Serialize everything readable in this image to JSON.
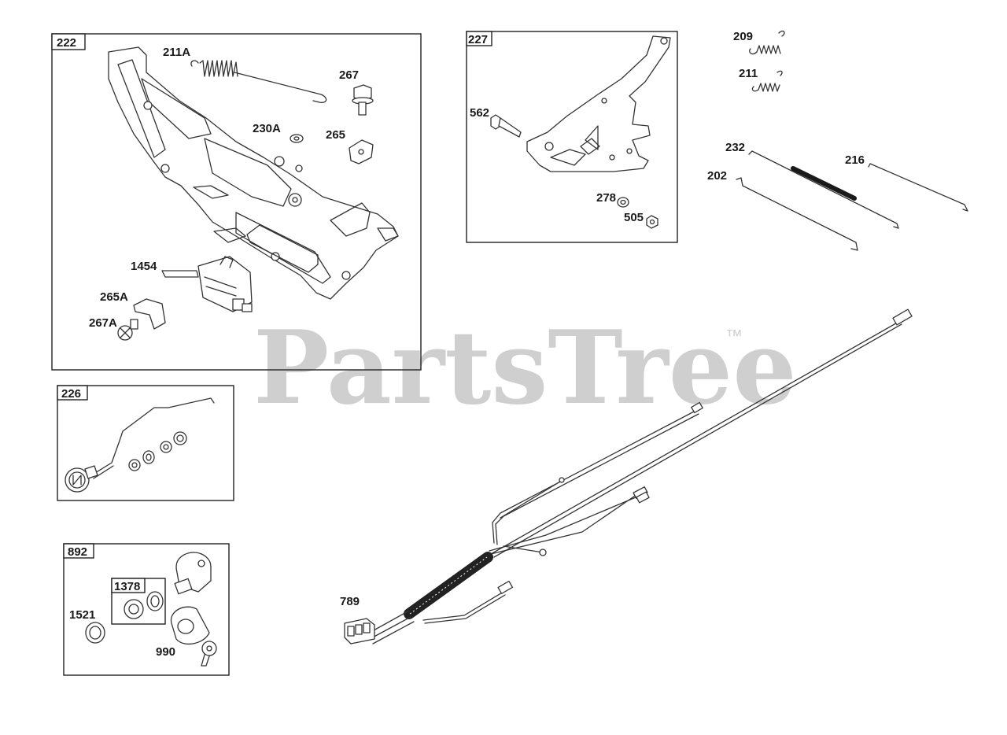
{
  "watermark": {
    "text": "PartsTree",
    "tm": "™"
  },
  "boxes": {
    "b222": "222",
    "b227": "227",
    "b226": "226",
    "b892": "892",
    "b1378": "1378"
  },
  "callouts": {
    "c211A": "211A",
    "c267": "267",
    "c230A": "230A",
    "c265": "265",
    "c1454": "1454",
    "c265A": "265A",
    "c267A": "267A",
    "c562": "562",
    "c278": "278",
    "c505": "505",
    "c209": "209",
    "c211": "211",
    "c232": "232",
    "c216": "216",
    "c202": "202",
    "c789": "789",
    "c1521": "1521",
    "c990": "990"
  }
}
